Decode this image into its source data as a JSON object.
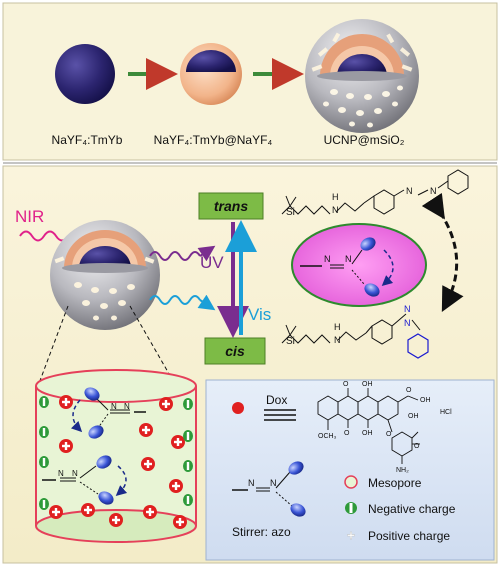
{
  "top_panel": {
    "label_core": "NaYF₄:TmYb",
    "label_coreshell": "NaYF₄:TmYb@NaYF₄",
    "label_mesoporous": "UCNP@mSiO₂"
  },
  "mechanism": {
    "nir_label": "NIR",
    "uv_label": "UV",
    "vis_label": "Vis",
    "trans_label": "trans",
    "cis_label": "cis",
    "si_label_trans": "Si",
    "nh_label_trans": "H",
    "n_label_trans": "N",
    "azo_n1_trans": "N",
    "azo_n2_trans": "N",
    "si_label_cis": "Si",
    "nh_label_cis": "H",
    "n_label_cis": "N",
    "azo_n1_cis": "N",
    "azo_n2_cis": "N"
  },
  "legend": {
    "dox_label": "Dox",
    "mesopore_label": "Mesopore",
    "negative_label": "Negative charge",
    "positive_label": "Positive charge",
    "stirrer_label": "Stirrer: azo",
    "azo_n1": "N",
    "azo_n2": "N"
  },
  "dox_structure": {
    "oh1": "OH",
    "oh2": "OH",
    "oh3": "OH",
    "oh4": "OH",
    "o_top": "O",
    "o_mid": "O",
    "o_ring": "O",
    "och3": "OCH₃",
    "nh2": "NH₂",
    "hcl": "HCl",
    "o_sugar": "O",
    "o_keto": "O"
  },
  "colors": {
    "top_bg": "#f8f3da",
    "bottom_bg": "#f8f3da",
    "legend_bg": "#dfe8f6",
    "sphere_navy": "#2c2570",
    "shell_orange": "#f2b48a",
    "silica_gray": "#b9b9bf",
    "arrow_green": "#3d8a3a",
    "arrow_red": "#c0392b",
    "uv_purple": "#7a2d8f",
    "vis_cyan": "#1b9fd8",
    "nir_magenta": "#e0218a",
    "label_green": "#7dbb46",
    "pink_ellipse": "#f070e4",
    "mesopore_green": "#e8f4d5",
    "pore_outline": "#e5405a",
    "dox_red": "#e02020",
    "cis_blue": "#1a1ad0"
  }
}
